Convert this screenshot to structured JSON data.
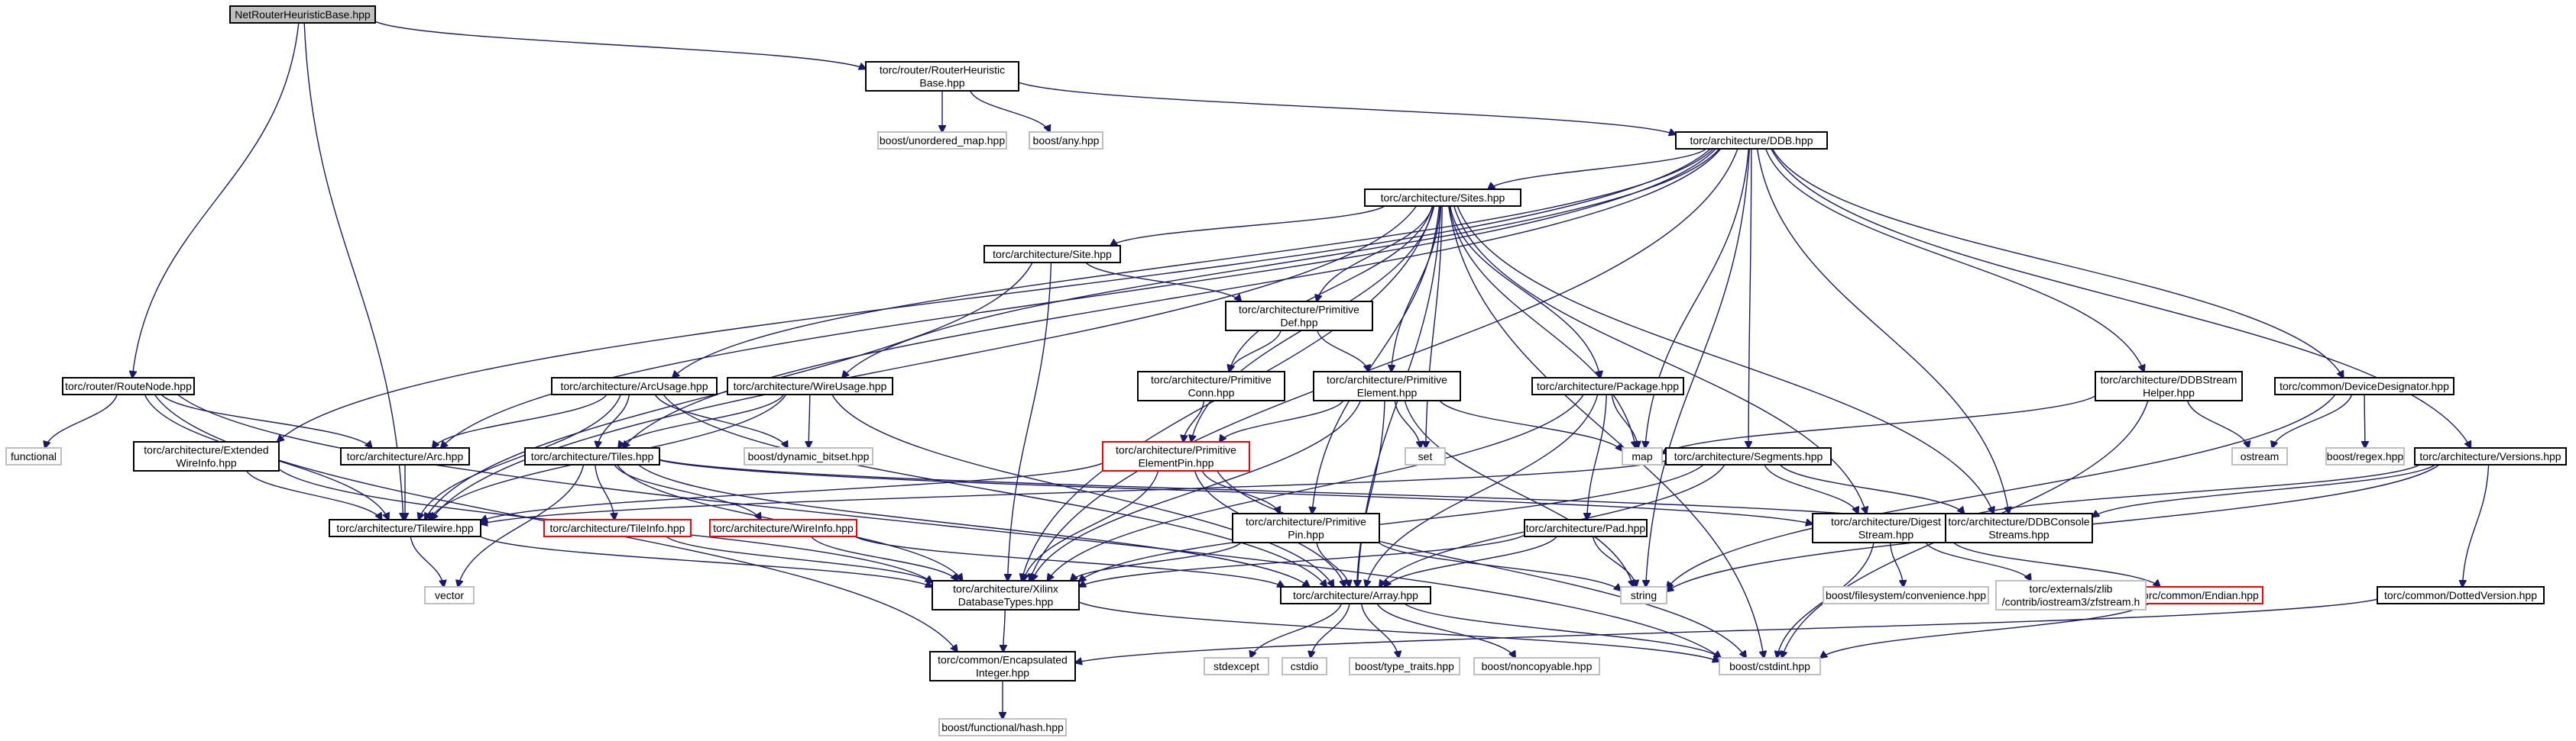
{
  "colors": {
    "edge": "#191970",
    "root_fill": "#bfbfbf",
    "missing_border": "#ff0000",
    "external_border": "#bfbfbf",
    "node_border": "#000000"
  },
  "nodes": [
    {
      "id": "root",
      "lines": [
        "NetRouterHeuristicBase.hpp"
      ],
      "kind": "root"
    },
    {
      "id": "rhb",
      "lines": [
        "torc/router/RouterHeuristic",
        "Base.hpp"
      ],
      "kind": "normal"
    },
    {
      "id": "unordered",
      "lines": [
        "boost/unordered_map.hpp"
      ],
      "kind": "ext"
    },
    {
      "id": "any",
      "lines": [
        "boost/any.hpp"
      ],
      "kind": "ext"
    },
    {
      "id": "ddb",
      "lines": [
        "torc/architecture/DDB.hpp"
      ],
      "kind": "normal"
    },
    {
      "id": "sites",
      "lines": [
        "torc/architecture/Sites.hpp"
      ],
      "kind": "normal"
    },
    {
      "id": "site",
      "lines": [
        "torc/architecture/Site.hpp"
      ],
      "kind": "normal"
    },
    {
      "id": "primdef",
      "lines": [
        "torc/architecture/Primitive",
        "Def.hpp"
      ],
      "kind": "normal"
    },
    {
      "id": "primconn",
      "lines": [
        "torc/architecture/Primitive",
        "Conn.hpp"
      ],
      "kind": "normal"
    },
    {
      "id": "primelem",
      "lines": [
        "torc/architecture/Primitive",
        "Element.hpp"
      ],
      "kind": "normal"
    },
    {
      "id": "primelempin",
      "lines": [
        "torc/architecture/Primitive",
        "ElementPin.hpp"
      ],
      "kind": "red"
    },
    {
      "id": "primpin",
      "lines": [
        "torc/architecture/Primitive",
        "Pin.hpp"
      ],
      "kind": "normal"
    },
    {
      "id": "package",
      "lines": [
        "torc/architecture/Package.hpp"
      ],
      "kind": "normal"
    },
    {
      "id": "pad",
      "lines": [
        "torc/architecture/Pad.hpp"
      ],
      "kind": "normal"
    },
    {
      "id": "routenode",
      "lines": [
        "torc/router/RouteNode.hpp"
      ],
      "kind": "normal"
    },
    {
      "id": "functional",
      "lines": [
        "functional"
      ],
      "kind": "ext"
    },
    {
      "id": "extwire",
      "lines": [
        "torc/architecture/Extended",
        "WireInfo.hpp"
      ],
      "kind": "normal"
    },
    {
      "id": "arcusage",
      "lines": [
        "torc/architecture/ArcUsage.hpp"
      ],
      "kind": "normal"
    },
    {
      "id": "wireusage",
      "lines": [
        "torc/architecture/WireUsage.hpp"
      ],
      "kind": "normal"
    },
    {
      "id": "arc",
      "lines": [
        "torc/architecture/Arc.hpp"
      ],
      "kind": "normal"
    },
    {
      "id": "tiles",
      "lines": [
        "torc/architecture/Tiles.hpp"
      ],
      "kind": "normal"
    },
    {
      "id": "dynbitset",
      "lines": [
        "boost/dynamic_bitset.hpp"
      ],
      "kind": "ext"
    },
    {
      "id": "tilewire",
      "lines": [
        "torc/architecture/Tilewire.hpp"
      ],
      "kind": "normal"
    },
    {
      "id": "tileinfo",
      "lines": [
        "torc/architecture/TileInfo.hpp"
      ],
      "kind": "red"
    },
    {
      "id": "wireinfo",
      "lines": [
        "torc/architecture/WireInfo.hpp"
      ],
      "kind": "red"
    },
    {
      "id": "vector",
      "lines": [
        "vector"
      ],
      "kind": "ext"
    },
    {
      "id": "xdt",
      "lines": [
        "torc/architecture/Xilinx",
        "DatabaseTypes.hpp"
      ],
      "kind": "normal"
    },
    {
      "id": "encint",
      "lines": [
        "torc/common/Encapsulated",
        "Integer.hpp"
      ],
      "kind": "normal"
    },
    {
      "id": "hash",
      "lines": [
        "boost/functional/hash.hpp"
      ],
      "kind": "ext"
    },
    {
      "id": "array",
      "lines": [
        "torc/architecture/Array.hpp"
      ],
      "kind": "normal"
    },
    {
      "id": "stdexcept",
      "lines": [
        "stdexcept"
      ],
      "kind": "ext"
    },
    {
      "id": "cstdio",
      "lines": [
        "cstdio"
      ],
      "kind": "ext"
    },
    {
      "id": "typetraits",
      "lines": [
        "boost/type_traits.hpp"
      ],
      "kind": "ext"
    },
    {
      "id": "noncopyable",
      "lines": [
        "boost/noncopyable.hpp"
      ],
      "kind": "ext"
    },
    {
      "id": "cstdint",
      "lines": [
        "boost/cstdint.hpp"
      ],
      "kind": "ext"
    },
    {
      "id": "set",
      "lines": [
        "set"
      ],
      "kind": "ext"
    },
    {
      "id": "map",
      "lines": [
        "map"
      ],
      "kind": "ext"
    },
    {
      "id": "string",
      "lines": [
        "string"
      ],
      "kind": "ext"
    },
    {
      "id": "segments",
      "lines": [
        "torc/architecture/Segments.hpp"
      ],
      "kind": "normal"
    },
    {
      "id": "digest",
      "lines": [
        "torc/architecture/Digest",
        "Stream.hpp"
      ],
      "kind": "normal"
    },
    {
      "id": "ddbconsole",
      "lines": [
        "torc/architecture/DDBConsole",
        "Streams.hpp"
      ],
      "kind": "normal"
    },
    {
      "id": "ddbstream",
      "lines": [
        "torc/architecture/DDBStream",
        "Helper.hpp"
      ],
      "kind": "normal"
    },
    {
      "id": "devdes",
      "lines": [
        "torc/common/DeviceDesignator.hpp"
      ],
      "kind": "normal"
    },
    {
      "id": "ostream",
      "lines": [
        "ostream"
      ],
      "kind": "ext"
    },
    {
      "id": "regex",
      "lines": [
        "boost/regex.hpp"
      ],
      "kind": "ext"
    },
    {
      "id": "versions",
      "lines": [
        "torc/architecture/Versions.hpp"
      ],
      "kind": "normal"
    },
    {
      "id": "dotted",
      "lines": [
        "torc/common/DottedVersion.hpp"
      ],
      "kind": "normal"
    },
    {
      "id": "endian",
      "lines": [
        "torc/common/Endian.hpp"
      ],
      "kind": "red"
    },
    {
      "id": "fsconv",
      "lines": [
        "boost/filesystem/convenience.hpp"
      ],
      "kind": "ext"
    },
    {
      "id": "zfstream",
      "lines": [
        "torc/externals/zlib",
        "/contrib/iostream3/zfstream.h"
      ],
      "kind": "ext"
    }
  ],
  "edges": [
    [
      "root",
      "rhb"
    ],
    [
      "root",
      "routenode"
    ],
    [
      "root",
      "tilewire"
    ],
    [
      "rhb",
      "unordered"
    ],
    [
      "rhb",
      "any"
    ],
    [
      "rhb",
      "ddb"
    ],
    [
      "ddb",
      "sites"
    ],
    [
      "ddb",
      "arcusage"
    ],
    [
      "ddb",
      "wireusage"
    ],
    [
      "ddb",
      "extwire"
    ],
    [
      "ddb",
      "arc"
    ],
    [
      "ddb",
      "tiles"
    ],
    [
      "ddb",
      "segments"
    ],
    [
      "ddb",
      "ddbstream"
    ],
    [
      "ddb",
      "devdes"
    ],
    [
      "ddb",
      "versions"
    ],
    [
      "ddb",
      "ddbconsole"
    ],
    [
      "ddb",
      "map"
    ],
    [
      "ddb",
      "string"
    ],
    [
      "ddb",
      "xdt"
    ],
    [
      "sites",
      "site"
    ],
    [
      "sites",
      "primdef"
    ],
    [
      "sites",
      "primconn"
    ],
    [
      "sites",
      "primelem"
    ],
    [
      "sites",
      "primelempin"
    ],
    [
      "sites",
      "primpin"
    ],
    [
      "sites",
      "package"
    ],
    [
      "sites",
      "set"
    ],
    [
      "sites",
      "map"
    ],
    [
      "sites",
      "xdt"
    ],
    [
      "sites",
      "array"
    ],
    [
      "sites",
      "cstdint"
    ],
    [
      "sites",
      "digest"
    ],
    [
      "sites",
      "ddbconsole"
    ],
    [
      "sites",
      "tilewire"
    ],
    [
      "site",
      "primdef"
    ],
    [
      "site",
      "xdt"
    ],
    [
      "site",
      "tilewire"
    ],
    [
      "primdef",
      "primconn"
    ],
    [
      "primdef",
      "primelem"
    ],
    [
      "primconn",
      "primelempin"
    ],
    [
      "primelem",
      "primelempin"
    ],
    [
      "primelem",
      "set"
    ],
    [
      "primelem",
      "map"
    ],
    [
      "primelem",
      "xdt"
    ],
    [
      "primelem",
      "array"
    ],
    [
      "primelem",
      "string"
    ],
    [
      "primelempin",
      "primpin"
    ],
    [
      "primelempin",
      "xdt"
    ],
    [
      "primelempin",
      "array"
    ],
    [
      "primelempin",
      "tilewire"
    ],
    [
      "primelempin",
      "cstdint"
    ],
    [
      "primpin",
      "xdt"
    ],
    [
      "primpin",
      "array"
    ],
    [
      "primpin",
      "string"
    ],
    [
      "package",
      "pad"
    ],
    [
      "package",
      "map"
    ],
    [
      "package",
      "array"
    ],
    [
      "package",
      "xdt"
    ],
    [
      "pad",
      "array"
    ],
    [
      "pad",
      "string"
    ],
    [
      "pad",
      "xdt"
    ],
    [
      "routenode",
      "functional"
    ],
    [
      "routenode",
      "arc"
    ],
    [
      "routenode",
      "tilewire"
    ],
    [
      "routenode",
      "encint"
    ],
    [
      "routenode",
      "cstdint"
    ],
    [
      "extwire",
      "tilewire"
    ],
    [
      "extwire",
      "xdt"
    ],
    [
      "arcusage",
      "arc"
    ],
    [
      "arcusage",
      "tiles"
    ],
    [
      "arcusage",
      "dynbitset"
    ],
    [
      "arcusage",
      "tilewire"
    ],
    [
      "arcusage",
      "array"
    ],
    [
      "wireusage",
      "tiles"
    ],
    [
      "wireusage",
      "dynbitset"
    ],
    [
      "wireusage",
      "tilewire"
    ],
    [
      "wireusage",
      "array"
    ],
    [
      "arc",
      "tilewire"
    ],
    [
      "tiles",
      "tileinfo"
    ],
    [
      "tiles",
      "wireinfo"
    ],
    [
      "tiles",
      "xdt"
    ],
    [
      "tiles",
      "array"
    ],
    [
      "tiles",
      "vector"
    ],
    [
      "tiles",
      "digest"
    ],
    [
      "tiles",
      "ddbconsole"
    ],
    [
      "tileinfo",
      "xdt"
    ],
    [
      "wireinfo",
      "xdt"
    ],
    [
      "wireinfo",
      "array"
    ],
    [
      "tilewire",
      "vector"
    ],
    [
      "tilewire",
      "xdt"
    ],
    [
      "xdt",
      "encint"
    ],
    [
      "xdt",
      "cstdint"
    ],
    [
      "encint",
      "hash"
    ],
    [
      "array",
      "stdexcept"
    ],
    [
      "array",
      "cstdio"
    ],
    [
      "array",
      "typetraits"
    ],
    [
      "array",
      "noncopyable"
    ],
    [
      "array",
      "cstdint"
    ],
    [
      "segments",
      "tilewire"
    ],
    [
      "segments",
      "xdt"
    ],
    [
      "segments",
      "array"
    ],
    [
      "segments",
      "digest"
    ],
    [
      "segments",
      "ddbconsole"
    ],
    [
      "digest",
      "fsconv"
    ],
    [
      "digest",
      "zfstream"
    ],
    [
      "digest",
      "endian"
    ],
    [
      "digest",
      "cstdint"
    ],
    [
      "ddbstream",
      "map"
    ],
    [
      "ddbstream",
      "ostream"
    ],
    [
      "ddbstream",
      "cstdint"
    ],
    [
      "devdes",
      "ostream"
    ],
    [
      "devdes",
      "regex"
    ],
    [
      "devdes",
      "string"
    ],
    [
      "versions",
      "dotted"
    ],
    [
      "versions",
      "digest"
    ],
    [
      "versions",
      "ddbconsole"
    ],
    [
      "versions",
      "string"
    ],
    [
      "dotted",
      "encint"
    ],
    [
      "endian",
      "cstdint"
    ]
  ]
}
